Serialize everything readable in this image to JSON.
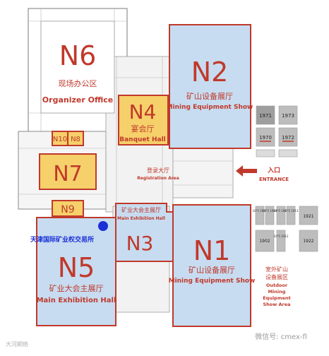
{
  "halls": {
    "n6": {
      "code": "N6",
      "cn": "现场办公区",
      "en": "Organizer Office"
    },
    "n2": {
      "code": "N2",
      "cn": "矿山设备展厅",
      "en": "Mining Equipment Show"
    },
    "n4": {
      "code": "N4",
      "cn": "宴会厅",
      "en": "Banquet Hall"
    },
    "n10": {
      "code": "N10"
    },
    "n8": {
      "code": "N8"
    },
    "n7": {
      "code": "N7"
    },
    "n9": {
      "code": "N9"
    },
    "n3": {
      "code": "N3",
      "cn": "矿业大会主展厅",
      "en": "Main Exhibition Hall"
    },
    "n1": {
      "code": "N1",
      "cn": "矿山设备展厅",
      "en": "Mining Equipment Show"
    },
    "n5": {
      "code": "N5",
      "cn": "矿业大会主展厅",
      "en": "Main Exhibition Hall"
    }
  },
  "registration": {
    "cn": "登录大厅",
    "en": "Registration Area"
  },
  "entrance": {
    "cn": "入口",
    "en": "ENTRANCE"
  },
  "outdoor": {
    "cn1": "室外矿山",
    "cn2": "设备展区",
    "en1": "Outdoor",
    "en2": "Mining",
    "en3": "Equipment",
    "en4": "Show Area"
  },
  "booths_top": [
    "1971",
    "1973",
    "1970",
    "1972"
  ],
  "booths_bottom": [
    "1921",
    "1902",
    "1922"
  ],
  "booths_bottom_small": [
    "10*5 1903",
    "10*5 1901",
    "10*5 1911",
    "10*5 1912",
    "10*5 1913"
  ],
  "marker_label": "天津国际矿业权交易所",
  "watermark": {
    "left": "大河網络",
    "right": "微信号: cmex-fl"
  },
  "colors": {
    "hall_blue": "#c7dcf0",
    "hall_yellow": "#f6d06a",
    "accent": "#c0392b",
    "marker": "#1a2fd6"
  }
}
